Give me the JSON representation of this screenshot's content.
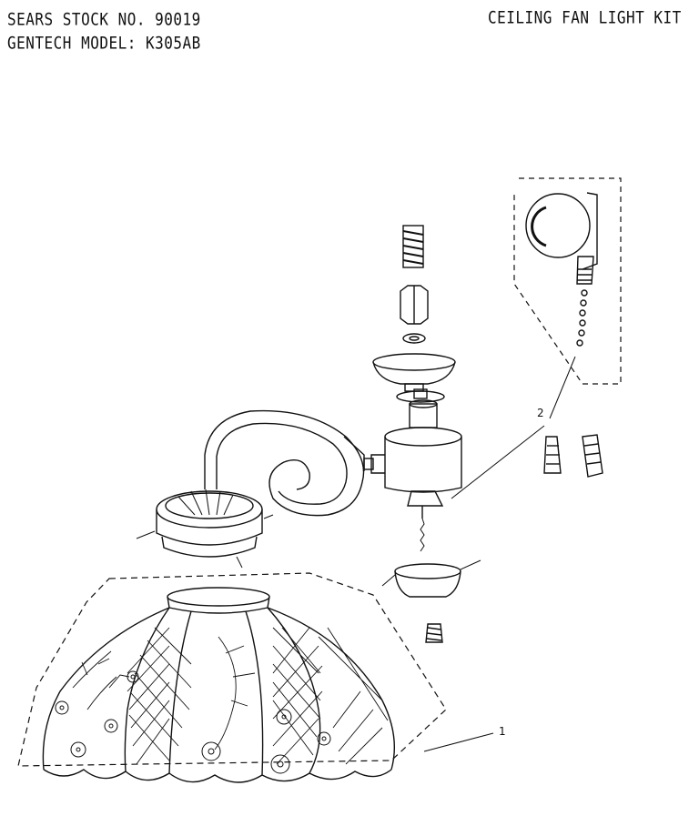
{
  "header": {
    "stock_line": "SEARS STOCK NO. 90019",
    "model_line": "GENTECH MODEL: K305AB",
    "title": "CEILING FAN LIGHT KIT"
  },
  "callouts": {
    "shade": "1",
    "pull_switch": "2"
  }
}
